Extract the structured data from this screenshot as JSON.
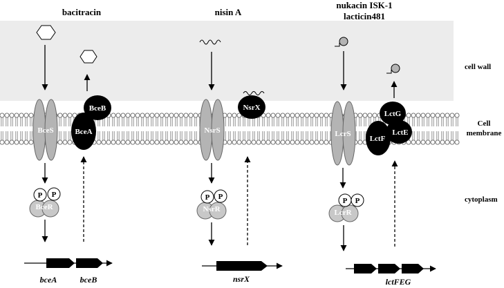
{
  "titles": {
    "bacitracin": "bacitracin",
    "nisin": "nisin A",
    "lantibiotic_line1": "nukacin ISK-1",
    "lantibiotic_line2": "lacticin481"
  },
  "regions": {
    "cell_wall": "cell wall",
    "membrane_line1": "Cell",
    "membrane_line2": "membrane",
    "cytoplasm": "cytoplasm"
  },
  "proteins": {
    "bceS": "BceS",
    "bceA": "BceA",
    "bceB": "BceB",
    "bceR": "BceR",
    "nsrS": "NsrS",
    "nsrX": "NsrX",
    "nsrR": "NsrR",
    "lcrS": "LcrS",
    "lcrR": "LcrR",
    "lctG": "LctG",
    "lctE": "LctE",
    "lctF": "LctF",
    "phospho": "P"
  },
  "genes": {
    "bceA": "bceA",
    "bceB": "bceB",
    "nsrX": "nsrX",
    "lctFEG": "lctFEG"
  },
  "colors": {
    "cell_wall": "#ececec",
    "kinase": "#b4b4b4",
    "transporter": "#000000",
    "regulator": "#c8c8c8"
  }
}
